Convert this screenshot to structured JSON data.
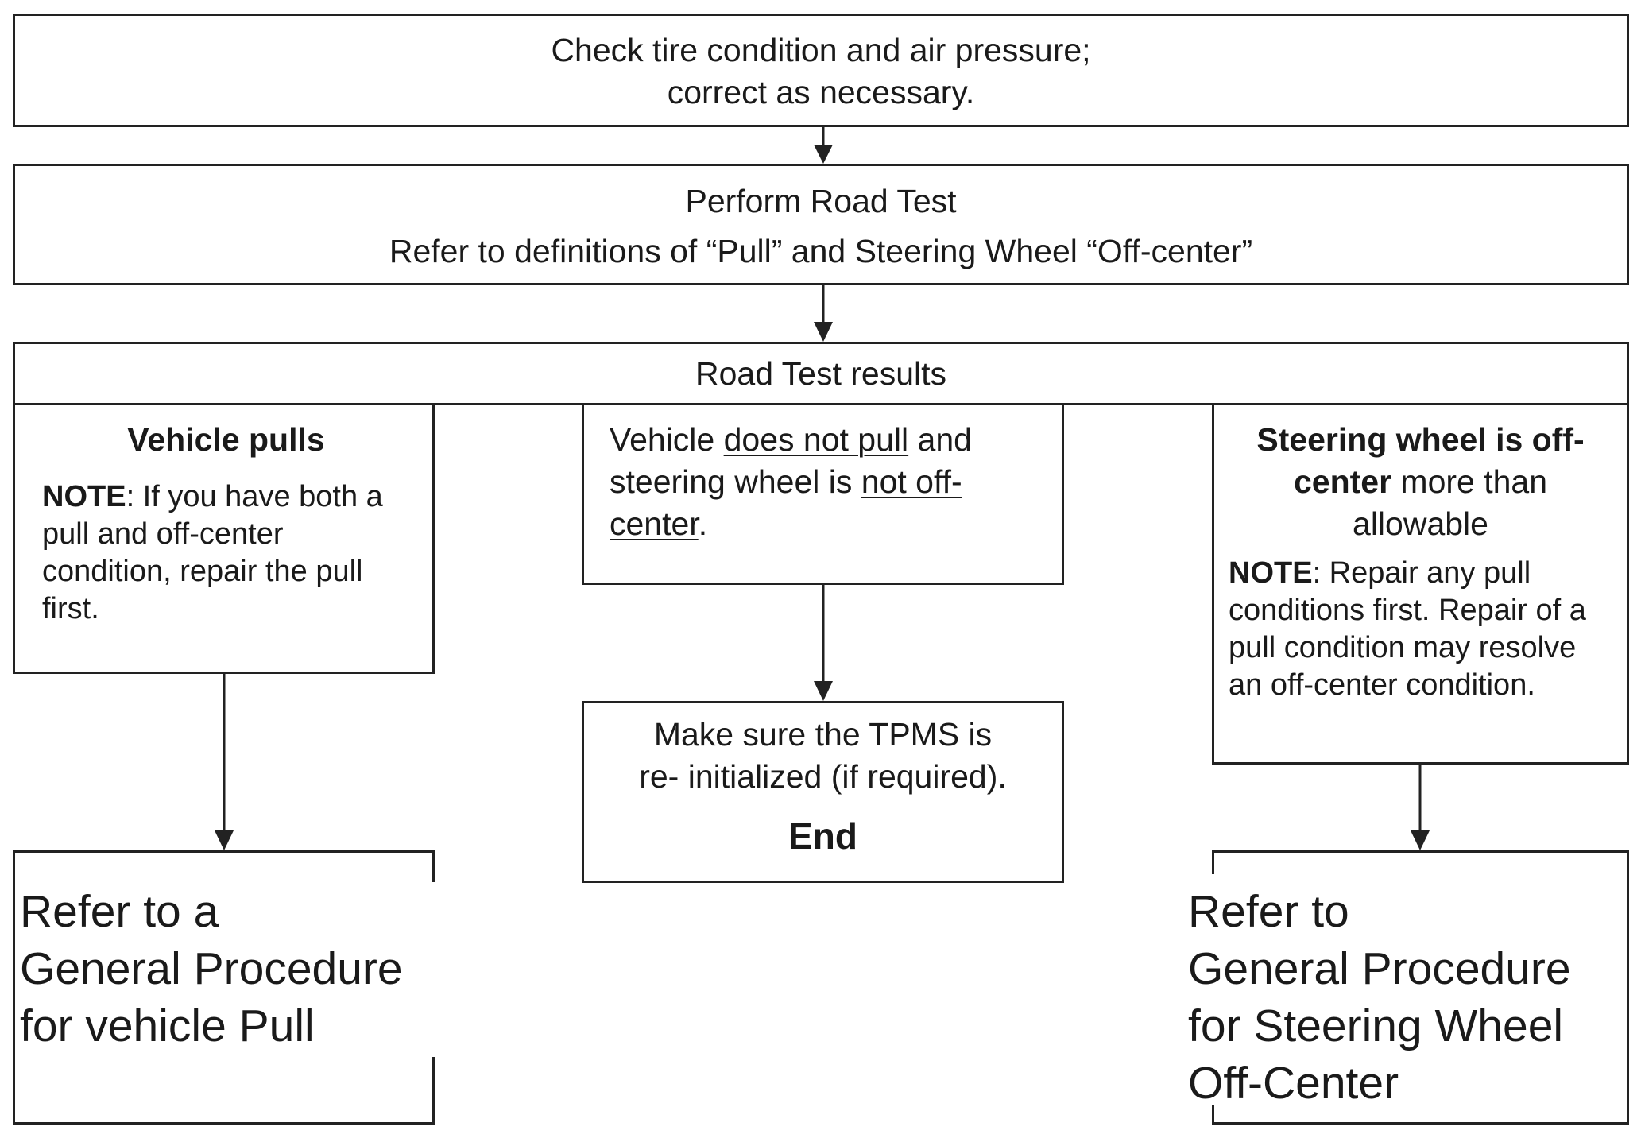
{
  "step1": {
    "line1": "Check tire condition and air pressure;",
    "line2": "correct as necessary."
  },
  "step2": {
    "line1": "Perform Road Test",
    "line2": "Refer to definitions of “Pull” and Steering Wheel “Off-center”"
  },
  "results": {
    "title": "Road Test results"
  },
  "pull": {
    "title": "Vehicle pulls",
    "note_label": "NOTE",
    "note_text": ": If you have both a pull and off-center condition, repair the pull first."
  },
  "nopull": {
    "t1": "Vehicle ",
    "u1": "does not pull",
    "t2": " and steering wheel is ",
    "u2": "not off-center",
    "t3": "."
  },
  "offcenter": {
    "bold_title": "Steering wheel is off-center",
    "title_rest": " more than allowable",
    "note_label": "NOTE",
    "note_text": ": Repair any pull conditions first. Repair of a pull condition may resolve an off-center condition."
  },
  "tpms": {
    "line1": "Make sure the TPMS is",
    "line2": "re- initialized (if required).",
    "end": "End"
  },
  "refer_pull": {
    "line1": "Refer to a",
    "line2": "General Procedure",
    "line3": "for vehicle Pull"
  },
  "refer_offcenter": {
    "line1": "Refer to",
    "line2": "General Procedure",
    "line3": "for Steering Wheel",
    "line4": "Off-Center"
  }
}
